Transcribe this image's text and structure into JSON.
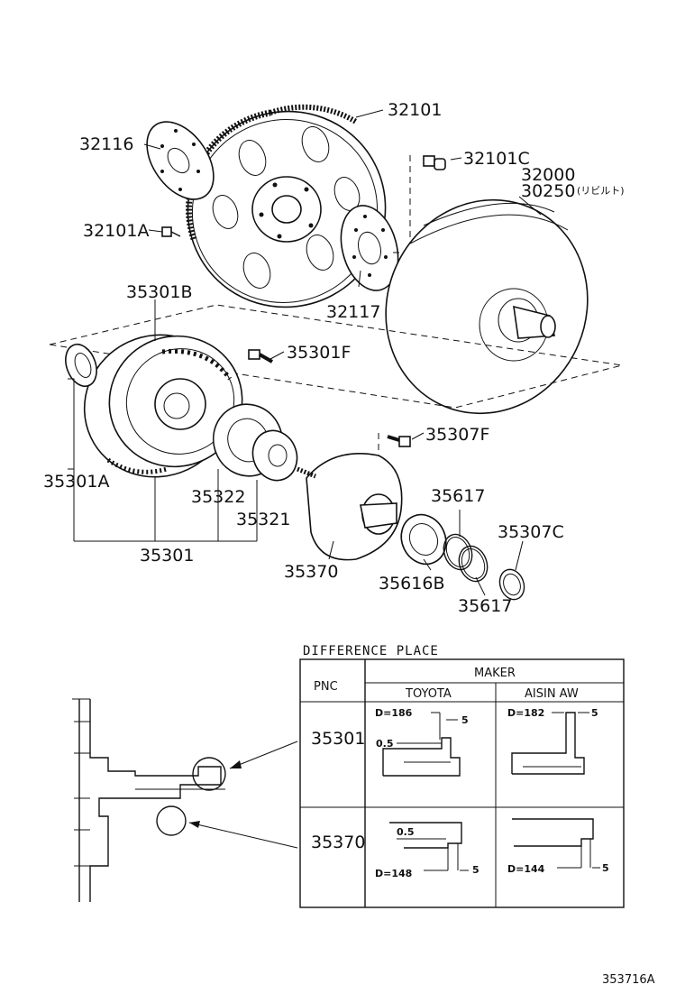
{
  "labels": {
    "p32101": "32101",
    "p32116": "32116",
    "p32101C": "32101C",
    "p32000": "32000",
    "p30250": "30250",
    "p30250_note": "(リビルト)",
    "p32101A": "32101A",
    "p32117": "32117",
    "p35301B": "35301B",
    "p35301F": "35301F",
    "p35307F": "35307F",
    "p35301A": "35301A",
    "p35322": "35322",
    "p35321": "35321",
    "p35617a": "35617",
    "p35307C": "35307C",
    "p35301": "35301",
    "p35370": "35370",
    "p35616B": "35616B",
    "p35617b": "35617"
  },
  "difference": {
    "title": "DIFFERENCE PLACE",
    "pnc_header": "PNC",
    "maker_header": "MAKER",
    "makers": [
      "TOYOTA",
      "AISIN AW"
    ],
    "rows": [
      {
        "pnc": "35301",
        "toyota": {
          "d": "D=186",
          "a": "0.5",
          "b": "5"
        },
        "aisin": {
          "d": "D=182",
          "b": "5"
        }
      },
      {
        "pnc": "35370",
        "toyota": {
          "d": "D=148",
          "a": "0.5",
          "b": "5"
        },
        "aisin": {
          "d": "D=144",
          "b": "5"
        }
      }
    ]
  },
  "figure_code": "353716A"
}
